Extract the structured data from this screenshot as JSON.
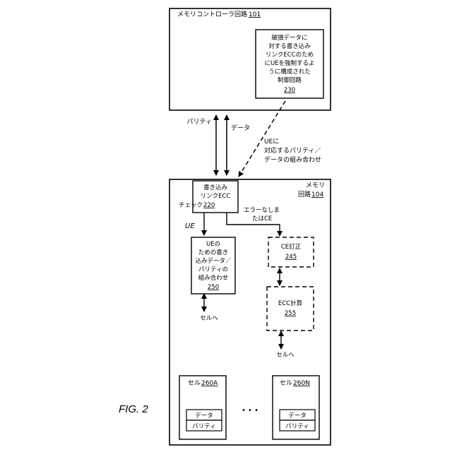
{
  "figure_label": "FIG. 2",
  "controller": {
    "title": "メモリコントローラ回路",
    "ref": "101",
    "control_circuit": {
      "lines": [
        "破損データに",
        "対する書き込み",
        "リンクECCのため",
        "にUEを強制するよ",
        "うに構成された",
        "制御回路"
      ],
      "ref": "230"
    }
  },
  "links": {
    "parity": "パリティ",
    "data": "データ",
    "ue_combo": [
      "UEに",
      "対応するパリティ／",
      "データの組み合わせ"
    ]
  },
  "memory": {
    "title_lines": [
      "メモリ",
      "回路"
    ],
    "ref": "104",
    "write_check": {
      "lines": [
        "書き込み",
        "リンクECC",
        "チェック"
      ],
      "ref": "220"
    },
    "ue_label": "UE",
    "no_error_label": [
      "エラーなしま",
      "たはCE"
    ],
    "ue_box": {
      "lines": [
        "UEの",
        "ための書き",
        "込みデータ／",
        "パリティの",
        "組み合わせ"
      ],
      "ref": "250"
    },
    "ce_box": {
      "lines": [
        "CE訂正"
      ],
      "ref": "245"
    },
    "ecc_box": {
      "lines": [
        "ECC計算"
      ],
      "ref": "255"
    },
    "to_cell_left": "セルへ",
    "to_cell_right": "セルへ",
    "cell_a": {
      "title": "セル",
      "ref": "260A",
      "rows": [
        "データ",
        "パリティ"
      ]
    },
    "cell_n": {
      "title": "セル",
      "ref": "260N",
      "rows": [
        "データ",
        "パリティ"
      ]
    },
    "ellipsis": "• • •"
  }
}
